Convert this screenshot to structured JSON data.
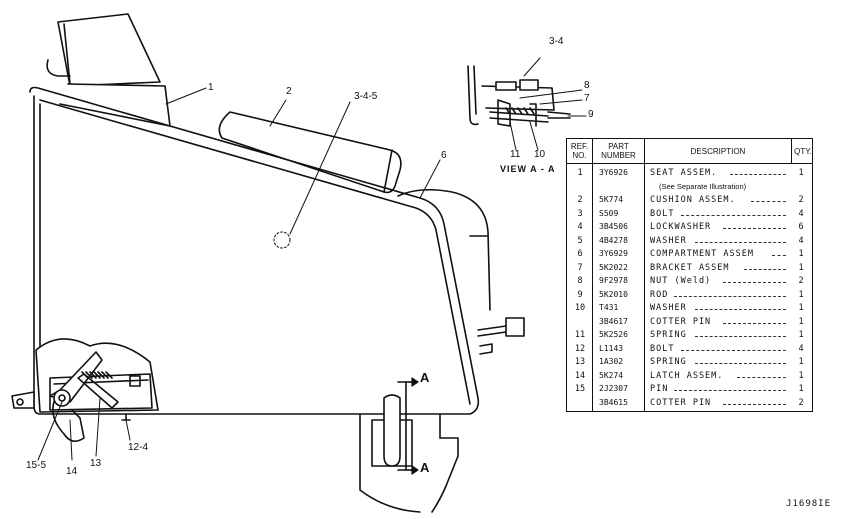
{
  "drawing": {
    "callouts": [
      "1",
      "2",
      "3-4-5",
      "6",
      "3-4",
      "8",
      "7",
      "9",
      "11",
      "10",
      "15-5",
      "14",
      "13",
      "12-4"
    ],
    "view_label": "VIEW A - A",
    "section_marks": [
      "A",
      "A"
    ],
    "figure_code": "J1698IE"
  },
  "parts_table": {
    "headers": {
      "ref": "REF. NO.",
      "part": "PART NUMBER",
      "desc": "DESCRIPTION",
      "qty": "QTY."
    },
    "rows": [
      {
        "ref": "1",
        "part": "3Y6926",
        "desc": "SEAT ASSEM.",
        "qty": "1"
      },
      {
        "ref": "",
        "part": "",
        "desc": "(See Separate Illustration)",
        "qty": "",
        "note": true
      },
      {
        "ref": "2",
        "part": "5K774",
        "desc": "CUSHION ASSEM.",
        "qty": "2"
      },
      {
        "ref": "3",
        "part": "S509",
        "desc": "BOLT",
        "qty": "4"
      },
      {
        "ref": "4",
        "part": "3B4506",
        "desc": "LOCKWASHER",
        "qty": "6"
      },
      {
        "ref": "5",
        "part": "4B4278",
        "desc": "WASHER",
        "qty": "4"
      },
      {
        "ref": "6",
        "part": "3Y6929",
        "desc": "COMPARTMENT ASSEM",
        "qty": "1"
      },
      {
        "ref": "7",
        "part": "5K2022",
        "desc": "BRACKET ASSEM",
        "qty": "1"
      },
      {
        "ref": "8",
        "part": "9F2978",
        "desc": "NUT (Weld)",
        "qty": "2"
      },
      {
        "ref": "9",
        "part": "5K2010",
        "desc": "ROD",
        "qty": "1"
      },
      {
        "ref": "10",
        "part": "T431",
        "desc": "WASHER",
        "qty": "1"
      },
      {
        "ref": "",
        "part": "3B4617",
        "desc": "COTTER PIN",
        "qty": "1"
      },
      {
        "ref": "11",
        "part": "5K2526",
        "desc": "SPRING",
        "qty": "1"
      },
      {
        "ref": "12",
        "part": "L1143",
        "desc": "BOLT",
        "qty": "4"
      },
      {
        "ref": "13",
        "part": "1A302",
        "desc": "SPRING",
        "qty": "1"
      },
      {
        "ref": "14",
        "part": "5K274",
        "desc": "LATCH ASSEM.",
        "qty": "1"
      },
      {
        "ref": "15",
        "part": "2J2307",
        "desc": "PIN",
        "qty": "1"
      },
      {
        "ref": "",
        "part": "3B4615",
        "desc": "COTTER PIN",
        "qty": "2"
      }
    ]
  }
}
